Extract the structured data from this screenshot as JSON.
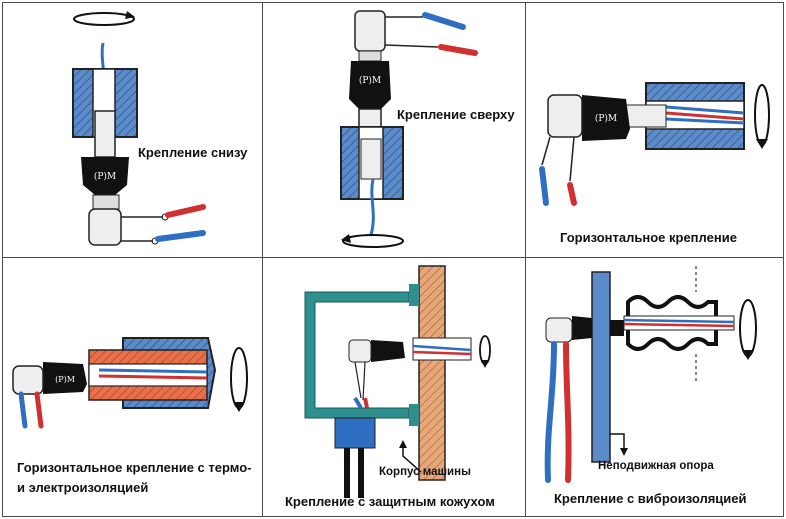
{
  "panels": {
    "p1": {
      "caption": "Крепление снизу"
    },
    "p2": {
      "caption": "Крепление сверху"
    },
    "p3": {
      "caption": "Горизонтальное крепление"
    },
    "p4": {
      "caption": "Горизонтальное крепление с термо- и электроизоляцией"
    },
    "p5": {
      "caption": "Крепление с защитным кожухом",
      "label_machine": "Корпус машины"
    },
    "p6": {
      "caption": "Крепление с виброизоляцией",
      "label_support": "Неподвижная опора"
    }
  },
  "colors": {
    "mount_fill": "#5b8cc9",
    "mount_hatch": "#2a4f8a",
    "insulation_fill": "#e8704a",
    "machine_fill": "#e8a77a",
    "housing": "#2f8f8f",
    "wire_red": "#d03030",
    "wire_blue": "#2e6fc2",
    "sensor_body": "#111111"
  },
  "icons": [
    "rotation-arrow-icon",
    "sensor-icon",
    "vibration-icon"
  ]
}
